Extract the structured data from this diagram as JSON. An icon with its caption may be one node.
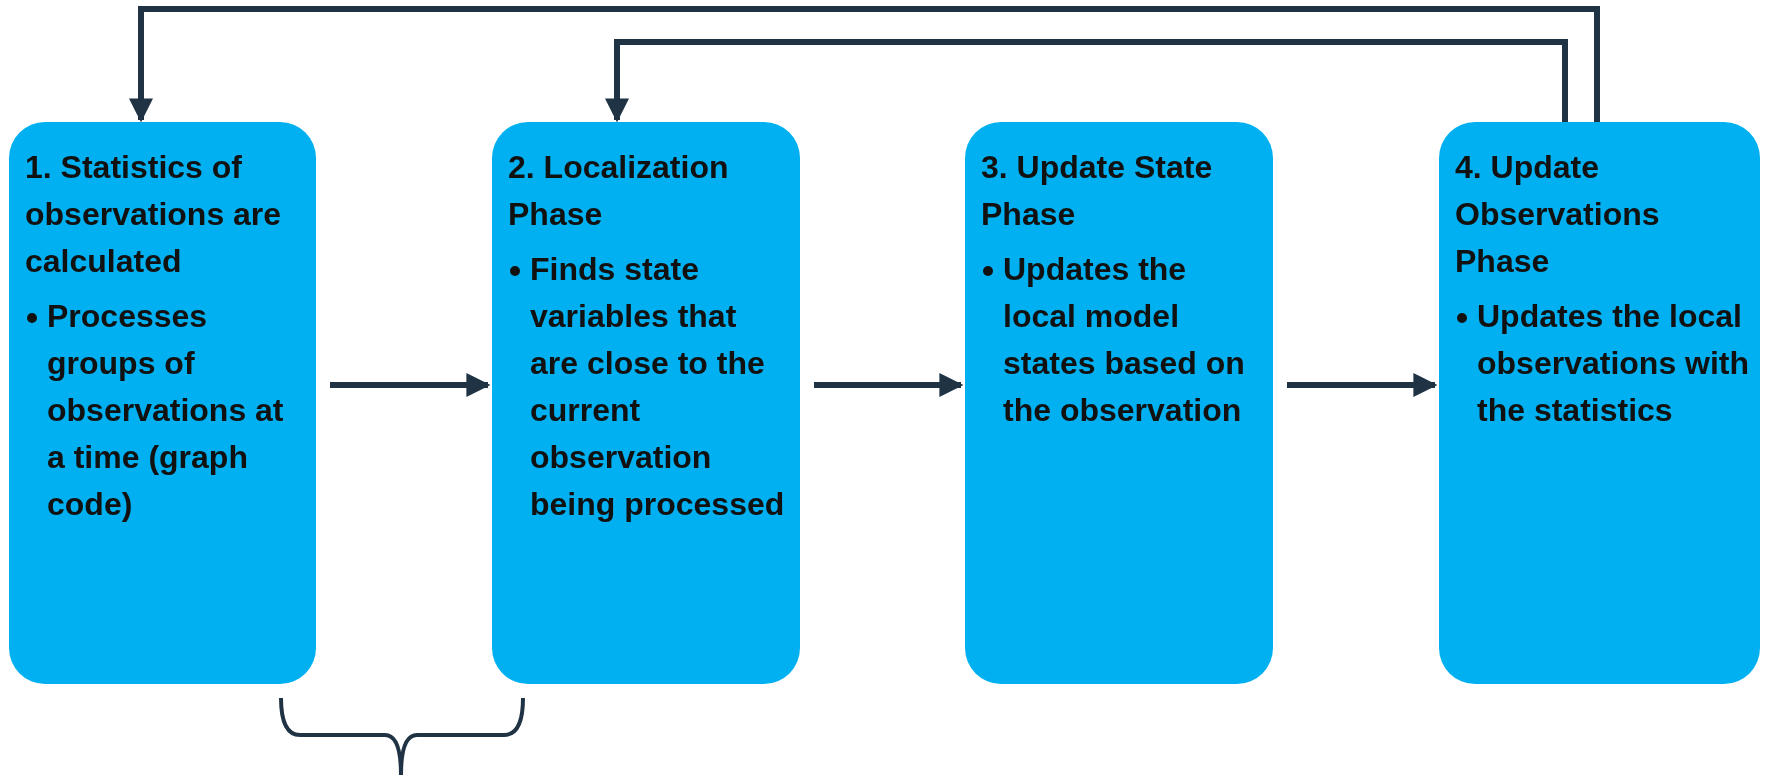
{
  "diagram": {
    "nodes": [
      {
        "text": [
          "1. Statistics of observations are calculated",
          "Processes groups of observations at a time (graph code)"
        ]
      },
      {
        "text": [
          "2. Localization Phase",
          "Finds state variables that are close to the current observation being processed"
        ]
      },
      {
        "text": [
          "3. Update State Phase",
          "Updates the local model states based on the observation"
        ]
      },
      {
        "text": [
          "4. Update Observations Phase",
          "Updates the local observations with the statistics"
        ]
      }
    ],
    "edges": [
      {
        "from": 0,
        "to": 1,
        "arrow": "to"
      },
      {
        "from": 1,
        "to": 2,
        "arrow": "to"
      },
      {
        "from": 2,
        "to": 3,
        "arrow": "to"
      },
      {
        "from": 3,
        "to": 0,
        "arrow": "to"
      },
      {
        "from": 3,
        "to": 1,
        "arrow": "to"
      }
    ]
  }
}
